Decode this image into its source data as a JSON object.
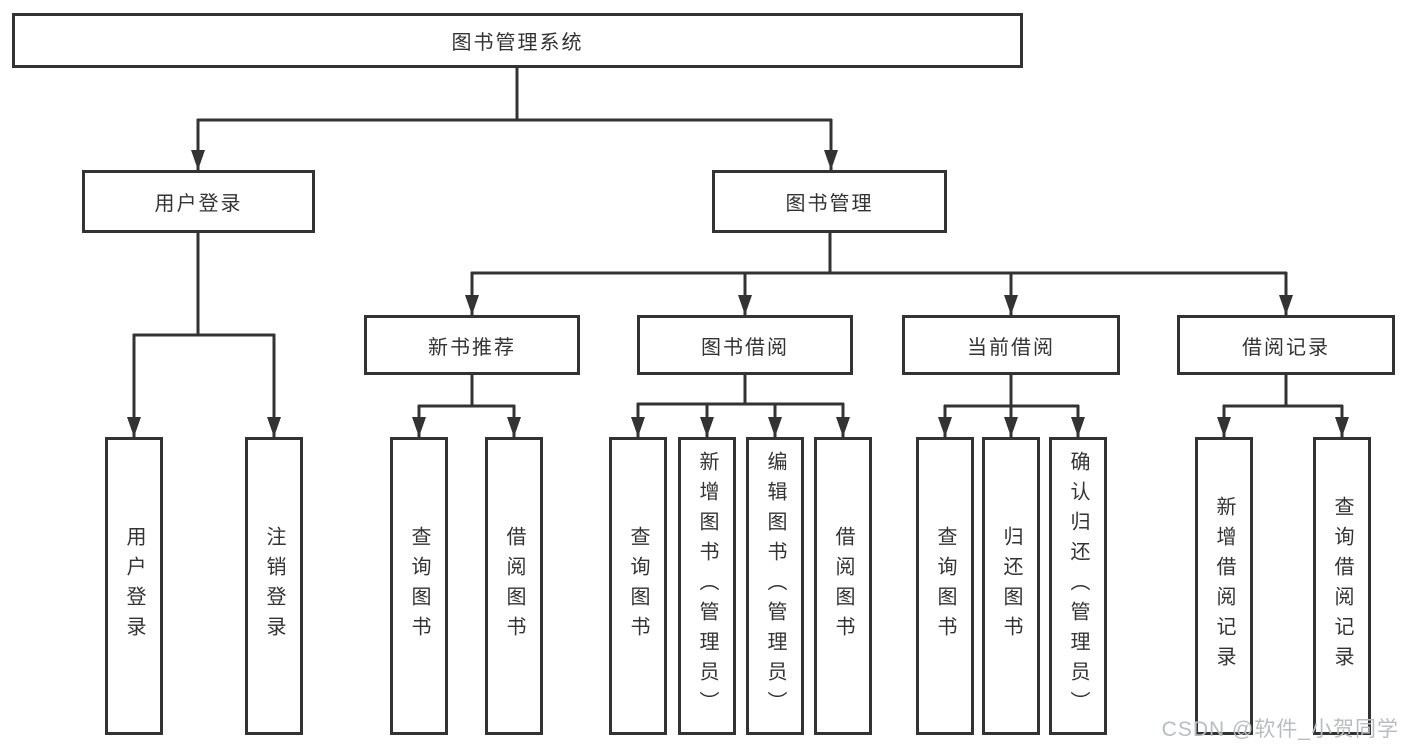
{
  "diagram_title": "图书管理系统",
  "nodes": {
    "root": {
      "label": "图书管理系统"
    },
    "level2": [
      {
        "label": "用户登录"
      },
      {
        "label": "图书管理"
      }
    ],
    "level3": [
      {
        "label": "新书推荐",
        "parent": "图书管理"
      },
      {
        "label": "图书借阅",
        "parent": "图书管理"
      },
      {
        "label": "当前借阅",
        "parent": "图书管理"
      },
      {
        "label": "借阅记录",
        "parent": "图书管理"
      }
    ],
    "leaves": [
      {
        "label": "用户登录",
        "parent": "用户登录"
      },
      {
        "label": "注销登录",
        "parent": "用户登录"
      },
      {
        "label": "查询图书",
        "parent": "新书推荐"
      },
      {
        "label": "借阅图书",
        "parent": "新书推荐"
      },
      {
        "label": "查询图书",
        "parent": "图书借阅"
      },
      {
        "label": "新增图书（管理员）",
        "parent": "图书借阅"
      },
      {
        "label": "编辑图书（管理员）",
        "parent": "图书借阅"
      },
      {
        "label": "借阅图书",
        "parent": "图书借阅"
      },
      {
        "label": "查询图书",
        "parent": "当前借阅"
      },
      {
        "label": "归还图书",
        "parent": "当前借阅"
      },
      {
        "label": "确认归还（管理员）",
        "parent": "当前借阅"
      },
      {
        "label": "新增借阅记录",
        "parent": "借阅记录"
      },
      {
        "label": "查询借阅记录",
        "parent": "借阅记录"
      }
    ]
  },
  "watermark": "CSDN @软件_小贺同学",
  "colors": {
    "line": "#333333",
    "box_background": "#ffffff",
    "watermark": "#b9bdc1"
  }
}
